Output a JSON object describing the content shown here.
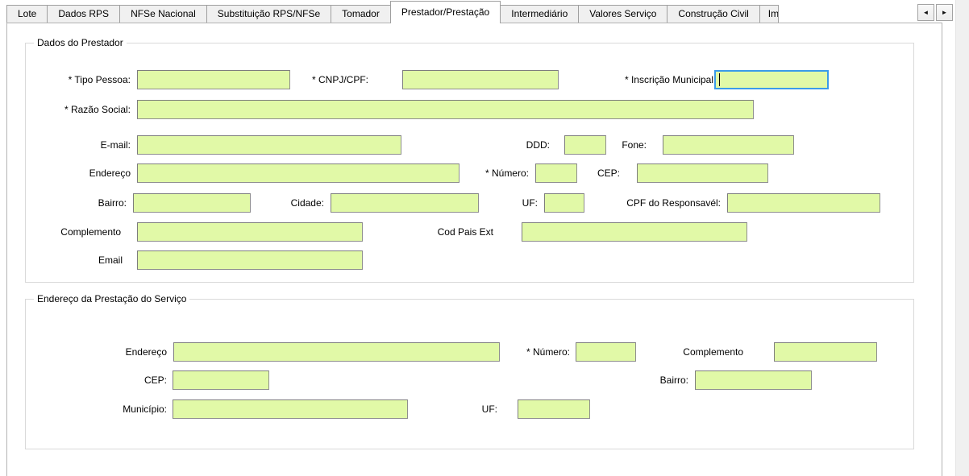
{
  "tabs": {
    "items": [
      "Lote",
      "Dados RPS",
      "NFSe Nacional",
      "Substituição RPS/NFSe",
      "Tomador",
      "Prestador/Prestação",
      "Intermediário",
      "Valores Serviço",
      "Construção Civil",
      "Im"
    ],
    "active": "Prestador/Prestação",
    "scroll_left_icon": "◄",
    "scroll_right_icon": "►"
  },
  "colors": {
    "input_background": "#e1f9a7",
    "input_border": "#8f8f8f",
    "focus_border": "#3b9be9"
  },
  "prestador": {
    "title": "Dados do Prestador",
    "fields": {
      "tipo_pessoa": {
        "label": "* Tipo Pessoa:",
        "value": ""
      },
      "cnpj_cpf": {
        "label": "* CNPJ/CPF:",
        "value": ""
      },
      "inscricao_municipal": {
        "label": "* Inscrição Municipal",
        "value": ""
      },
      "razao_social": {
        "label": "* Razão Social:",
        "value": ""
      },
      "email": {
        "label": "E-mail:",
        "value": ""
      },
      "ddd": {
        "label": "DDD:",
        "value": ""
      },
      "fone": {
        "label": "Fone:",
        "value": ""
      },
      "endereco": {
        "label": "Endereço",
        "value": ""
      },
      "numero": {
        "label": "* Número:",
        "value": ""
      },
      "cep": {
        "label": "CEP:",
        "value": ""
      },
      "bairro": {
        "label": "Bairro:",
        "value": ""
      },
      "cidade": {
        "label": "Cidade:",
        "value": ""
      },
      "uf": {
        "label": "UF:",
        "value": ""
      },
      "cpf_responsavel": {
        "label": "CPF do Responsavél:",
        "value": ""
      },
      "complemento": {
        "label": "Complemento",
        "value": ""
      },
      "cod_pais_ext": {
        "label": "Cod Pais Ext",
        "value": ""
      },
      "email2": {
        "label": "Email",
        "value": ""
      }
    }
  },
  "prestacao": {
    "title": "Endereço da Prestação do Serviço",
    "fields": {
      "endereco": {
        "label": "Endereço",
        "value": ""
      },
      "numero": {
        "label": "* Número:",
        "value": ""
      },
      "complemento": {
        "label": "Complemento",
        "value": ""
      },
      "cep": {
        "label": "CEP:",
        "value": ""
      },
      "bairro": {
        "label": "Bairro:",
        "value": ""
      },
      "municipio": {
        "label": "Município:",
        "value": ""
      },
      "uf": {
        "label": "UF:",
        "value": ""
      }
    }
  }
}
